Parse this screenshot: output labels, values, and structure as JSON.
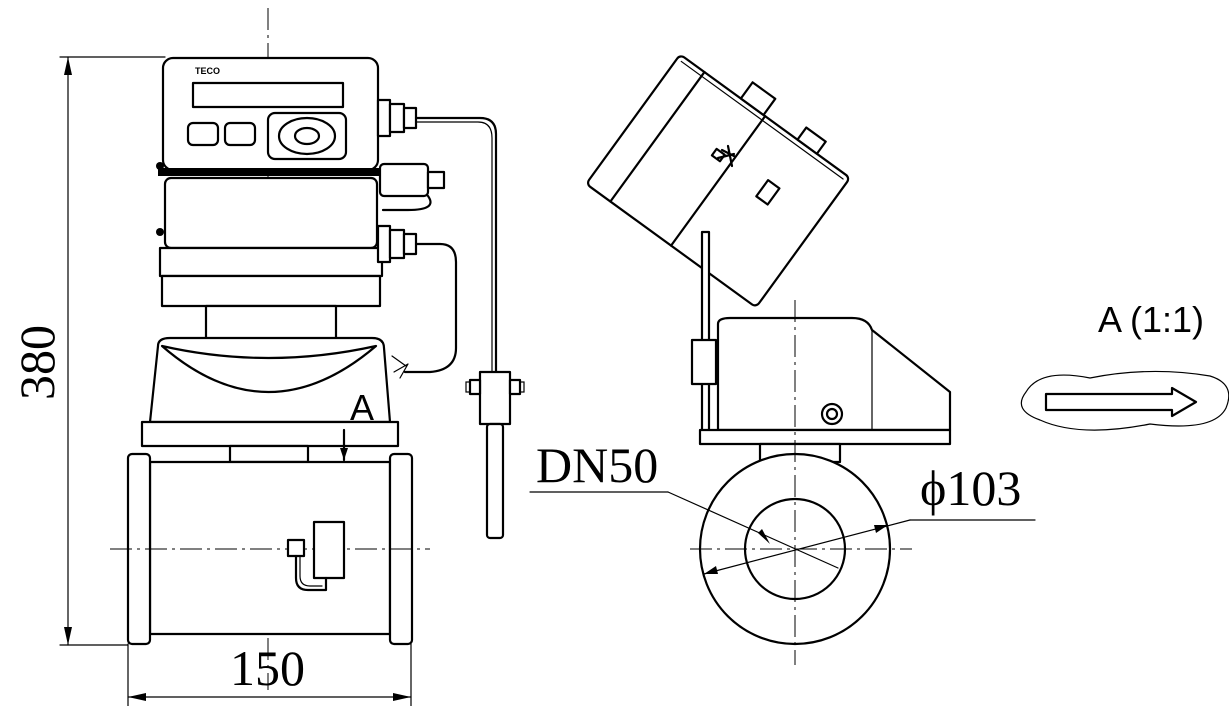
{
  "dimensions": {
    "height": "380",
    "width": "150",
    "nominal_diameter": "DN50",
    "outer_diameter": "ϕ103"
  },
  "labels": {
    "view_marker": "A",
    "view_title": "A (1:1)"
  }
}
